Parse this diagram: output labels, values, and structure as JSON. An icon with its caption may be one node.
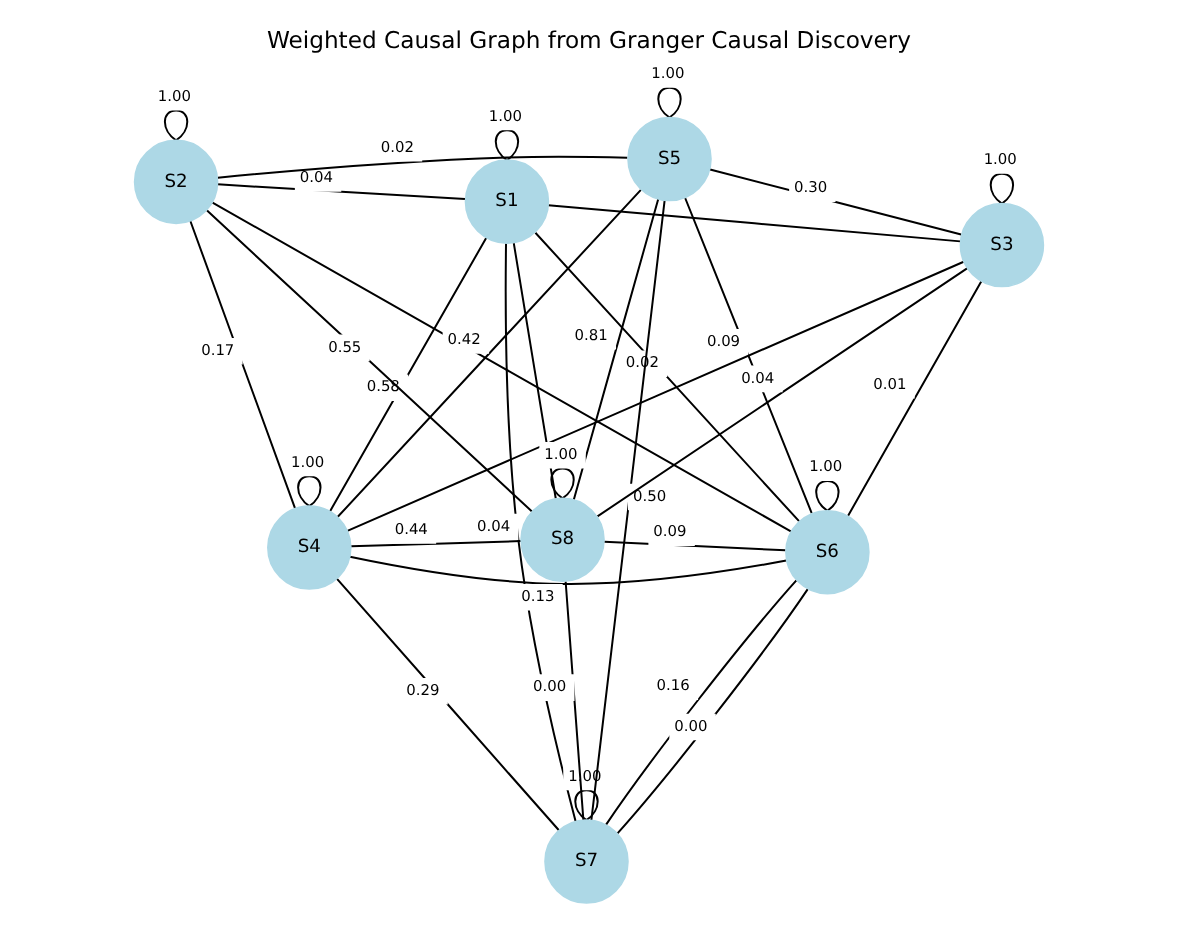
{
  "diagram": {
    "title": "Weighted Causal Graph from Granger Causal Discovery",
    "nodes": [
      {
        "text": [
          "S1"
        ]
      },
      {
        "text": [
          "S7"
        ]
      },
      {
        "text": [
          "S6"
        ]
      },
      {
        "text": [
          "S2"
        ]
      },
      {
        "text": [
          "S4"
        ]
      },
      {
        "text": [
          "S3"
        ]
      },
      {
        "text": [
          "S5"
        ]
      },
      {
        "text": [
          "S8"
        ]
      }
    ],
    "edges": [
      {
        "from": 0,
        "to": 0,
        "arrow": "none",
        "label": "1.00"
      },
      {
        "from": 1,
        "to": 1,
        "arrow": "none",
        "label": "1.00"
      },
      {
        "from": 2,
        "to": 2,
        "arrow": "none",
        "label": "1.00"
      },
      {
        "from": 3,
        "to": 3,
        "arrow": "none",
        "label": "1.00"
      },
      {
        "from": 4,
        "to": 4,
        "arrow": "none",
        "label": "1.00"
      },
      {
        "from": 5,
        "to": 5,
        "arrow": "none",
        "label": "1.00"
      },
      {
        "from": 6,
        "to": 6,
        "arrow": "none",
        "label": "1.00"
      },
      {
        "from": 7,
        "to": 7,
        "arrow": "none",
        "label": "1.00"
      },
      {
        "from": 0,
        "to": 1,
        "arrow": "none",
        "label": "0.04"
      },
      {
        "from": 0,
        "to": 3,
        "arrow": "none",
        "label": "0.04"
      },
      {
        "from": 0,
        "to": 2,
        "arrow": "none",
        "label": "0.02"
      },
      {
        "from": 0,
        "to": 4,
        "arrow": "none",
        "label": "0.58"
      },
      {
        "from": 0,
        "to": 5,
        "arrow": "none"
      },
      {
        "from": 0,
        "to": 7,
        "arrow": "none"
      },
      {
        "from": 2,
        "to": 1,
        "arrow": "none",
        "label": "0.00"
      },
      {
        "from": 1,
        "to": 2,
        "arrow": "none",
        "label": "0.16"
      },
      {
        "from": 1,
        "to": 4,
        "arrow": "none",
        "label": "0.29"
      },
      {
        "from": 1,
        "to": 6,
        "arrow": "none",
        "label": "0.50"
      },
      {
        "from": 1,
        "to": 7,
        "arrow": "none",
        "label": "0.00"
      },
      {
        "from": 2,
        "to": 4,
        "arrow": "none",
        "label": "0.13"
      },
      {
        "from": 2,
        "to": 6,
        "arrow": "none",
        "label": "0.09"
      },
      {
        "from": 2,
        "to": 5,
        "arrow": "none",
        "label": "0.01"
      },
      {
        "from": 2,
        "to": 7,
        "arrow": "none",
        "label": "0.09"
      },
      {
        "from": 3,
        "to": 2,
        "arrow": "none"
      },
      {
        "from": 3,
        "to": 4,
        "arrow": "none",
        "label": "0.17"
      },
      {
        "from": 3,
        "to": 6,
        "arrow": "none",
        "label": "0.02"
      },
      {
        "from": 3,
        "to": 7,
        "arrow": "none",
        "label": "0.55"
      },
      {
        "from": 5,
        "to": 4,
        "arrow": "none"
      },
      {
        "from": 4,
        "to": 6,
        "arrow": "none",
        "label": "0.42"
      },
      {
        "from": 4,
        "to": 7,
        "arrow": "none",
        "label": "0.44"
      },
      {
        "from": 5,
        "to": 6,
        "arrow": "none",
        "label": "0.30"
      },
      {
        "from": 5,
        "to": 7,
        "arrow": "none",
        "label": "0.04"
      },
      {
        "from": 6,
        "to": 7,
        "arrow": "none",
        "label": "0.81"
      }
    ]
  }
}
